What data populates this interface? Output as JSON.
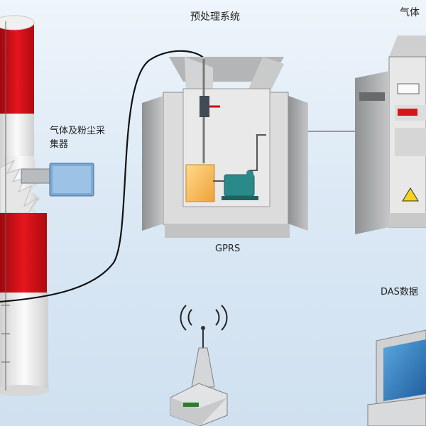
{
  "labels": {
    "pretreatment": "预处理系统",
    "analyzer": "气体",
    "sampler": "气体及粉尘采集器",
    "gprs": "GPRS",
    "das": "DAS数据"
  },
  "colors": {
    "stack_red": "#d8141b",
    "stack_white": "#f2f2f2",
    "cabinet_gray": "#a8a9aa",
    "pump_teal": "#2a8a8a",
    "filter_orange": "#f2b850",
    "cable": "#111111"
  },
  "icons": [
    "chimney-icon",
    "gas-dust-sampler-icon",
    "pretreatment-cabinet-icon",
    "gas-analyzer-icon",
    "gprs-antenna-icon",
    "das-computer-icon"
  ]
}
